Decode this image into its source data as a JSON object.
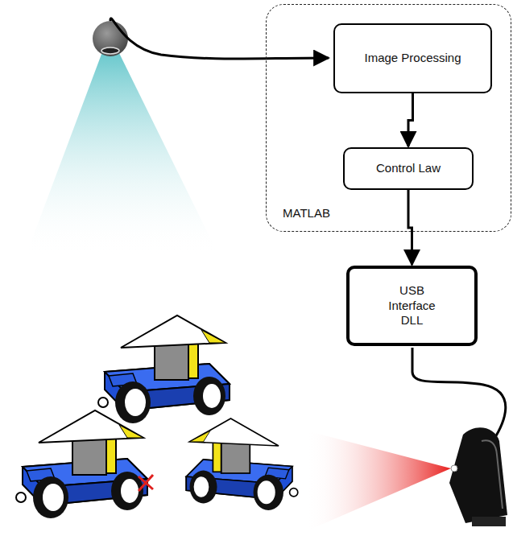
{
  "diagram": {
    "nodes": [
      {
        "text": [
          "MATLAB"
        ]
      },
      {
        "text": [
          "Image Processing"
        ],
        "in": 0
      },
      {
        "text": [
          "Control Law"
        ],
        "in": 0
      },
      {
        "text": [
          "USB Interface DLL"
        ]
      }
    ],
    "edges": [
      {
        "from": 1,
        "to": 2,
        "arrow": "to"
      },
      {
        "from": 2,
        "to": 3,
        "arrow": "to"
      }
    ]
  }
}
